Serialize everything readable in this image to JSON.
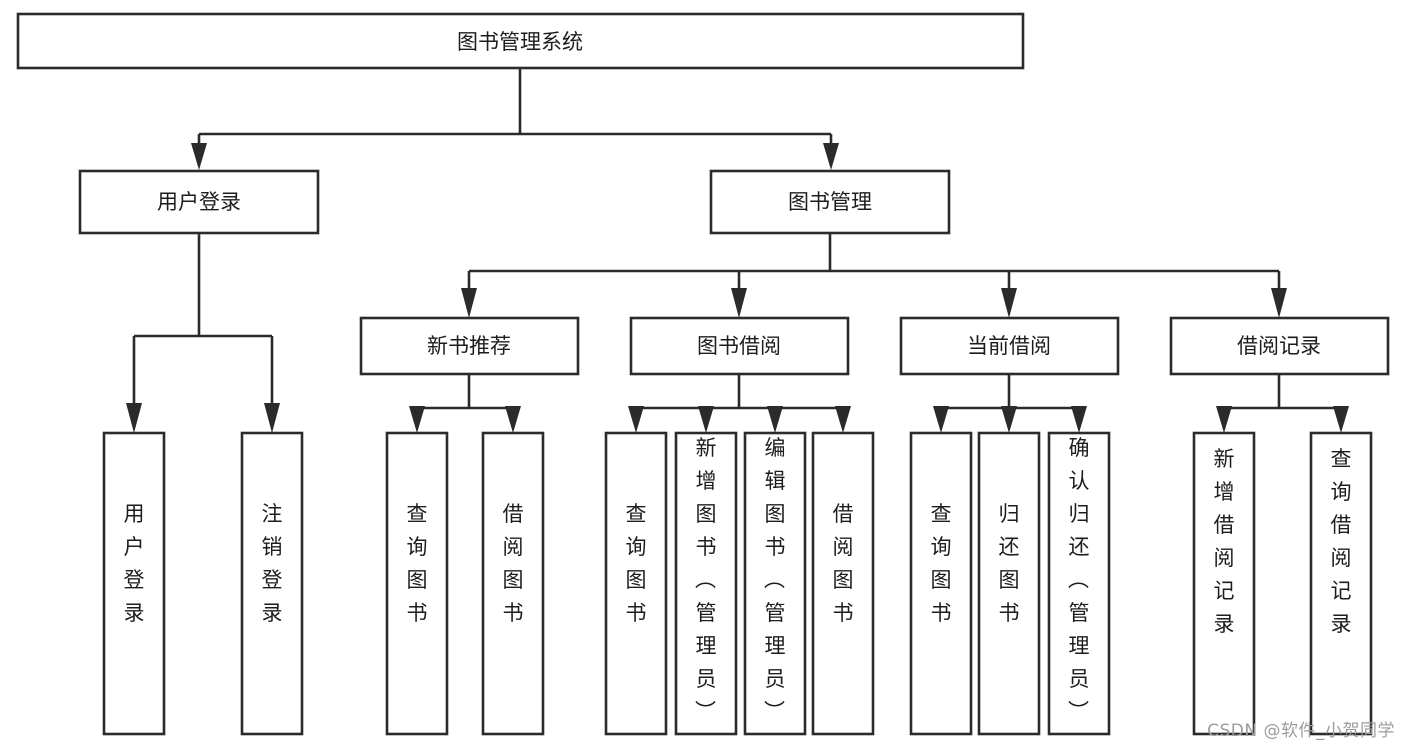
{
  "diagram": {
    "type": "tree",
    "title": "图书管理系统",
    "watermark": "CSDN @软件_小贺同学",
    "colors": {
      "stroke": "#2b2b2b",
      "fill": "#ffffff",
      "text": "#1d1d1d",
      "watermark": "#9d9d9d",
      "background": "#ffffff"
    },
    "root": {
      "label": "图书管理系统"
    },
    "level2": [
      {
        "label": "用户登录"
      },
      {
        "label": "图书管理"
      }
    ],
    "level3": [
      {
        "label": "新书推荐"
      },
      {
        "label": "图书借阅"
      },
      {
        "label": "当前借阅"
      },
      {
        "label": "借阅记录"
      }
    ],
    "leaves": {
      "user_login": [
        {
          "label": "用户登录"
        },
        {
          "label": "注销登录"
        }
      ],
      "new_book_recommend": [
        {
          "label": "查询图书"
        },
        {
          "label": "借阅图书"
        }
      ],
      "book_borrow": [
        {
          "label": "查询图书"
        },
        {
          "label": "新增图书（管理员）"
        },
        {
          "label": "编辑图书（管理员）"
        },
        {
          "label": "借阅图书"
        }
      ],
      "current_borrow": [
        {
          "label": "查询图书"
        },
        {
          "label": "归还图书"
        },
        {
          "label": "确认归还（管理员）"
        }
      ],
      "borrow_record": [
        {
          "label": "新增借阅记录"
        },
        {
          "label": "查询借阅记录"
        }
      ]
    }
  }
}
